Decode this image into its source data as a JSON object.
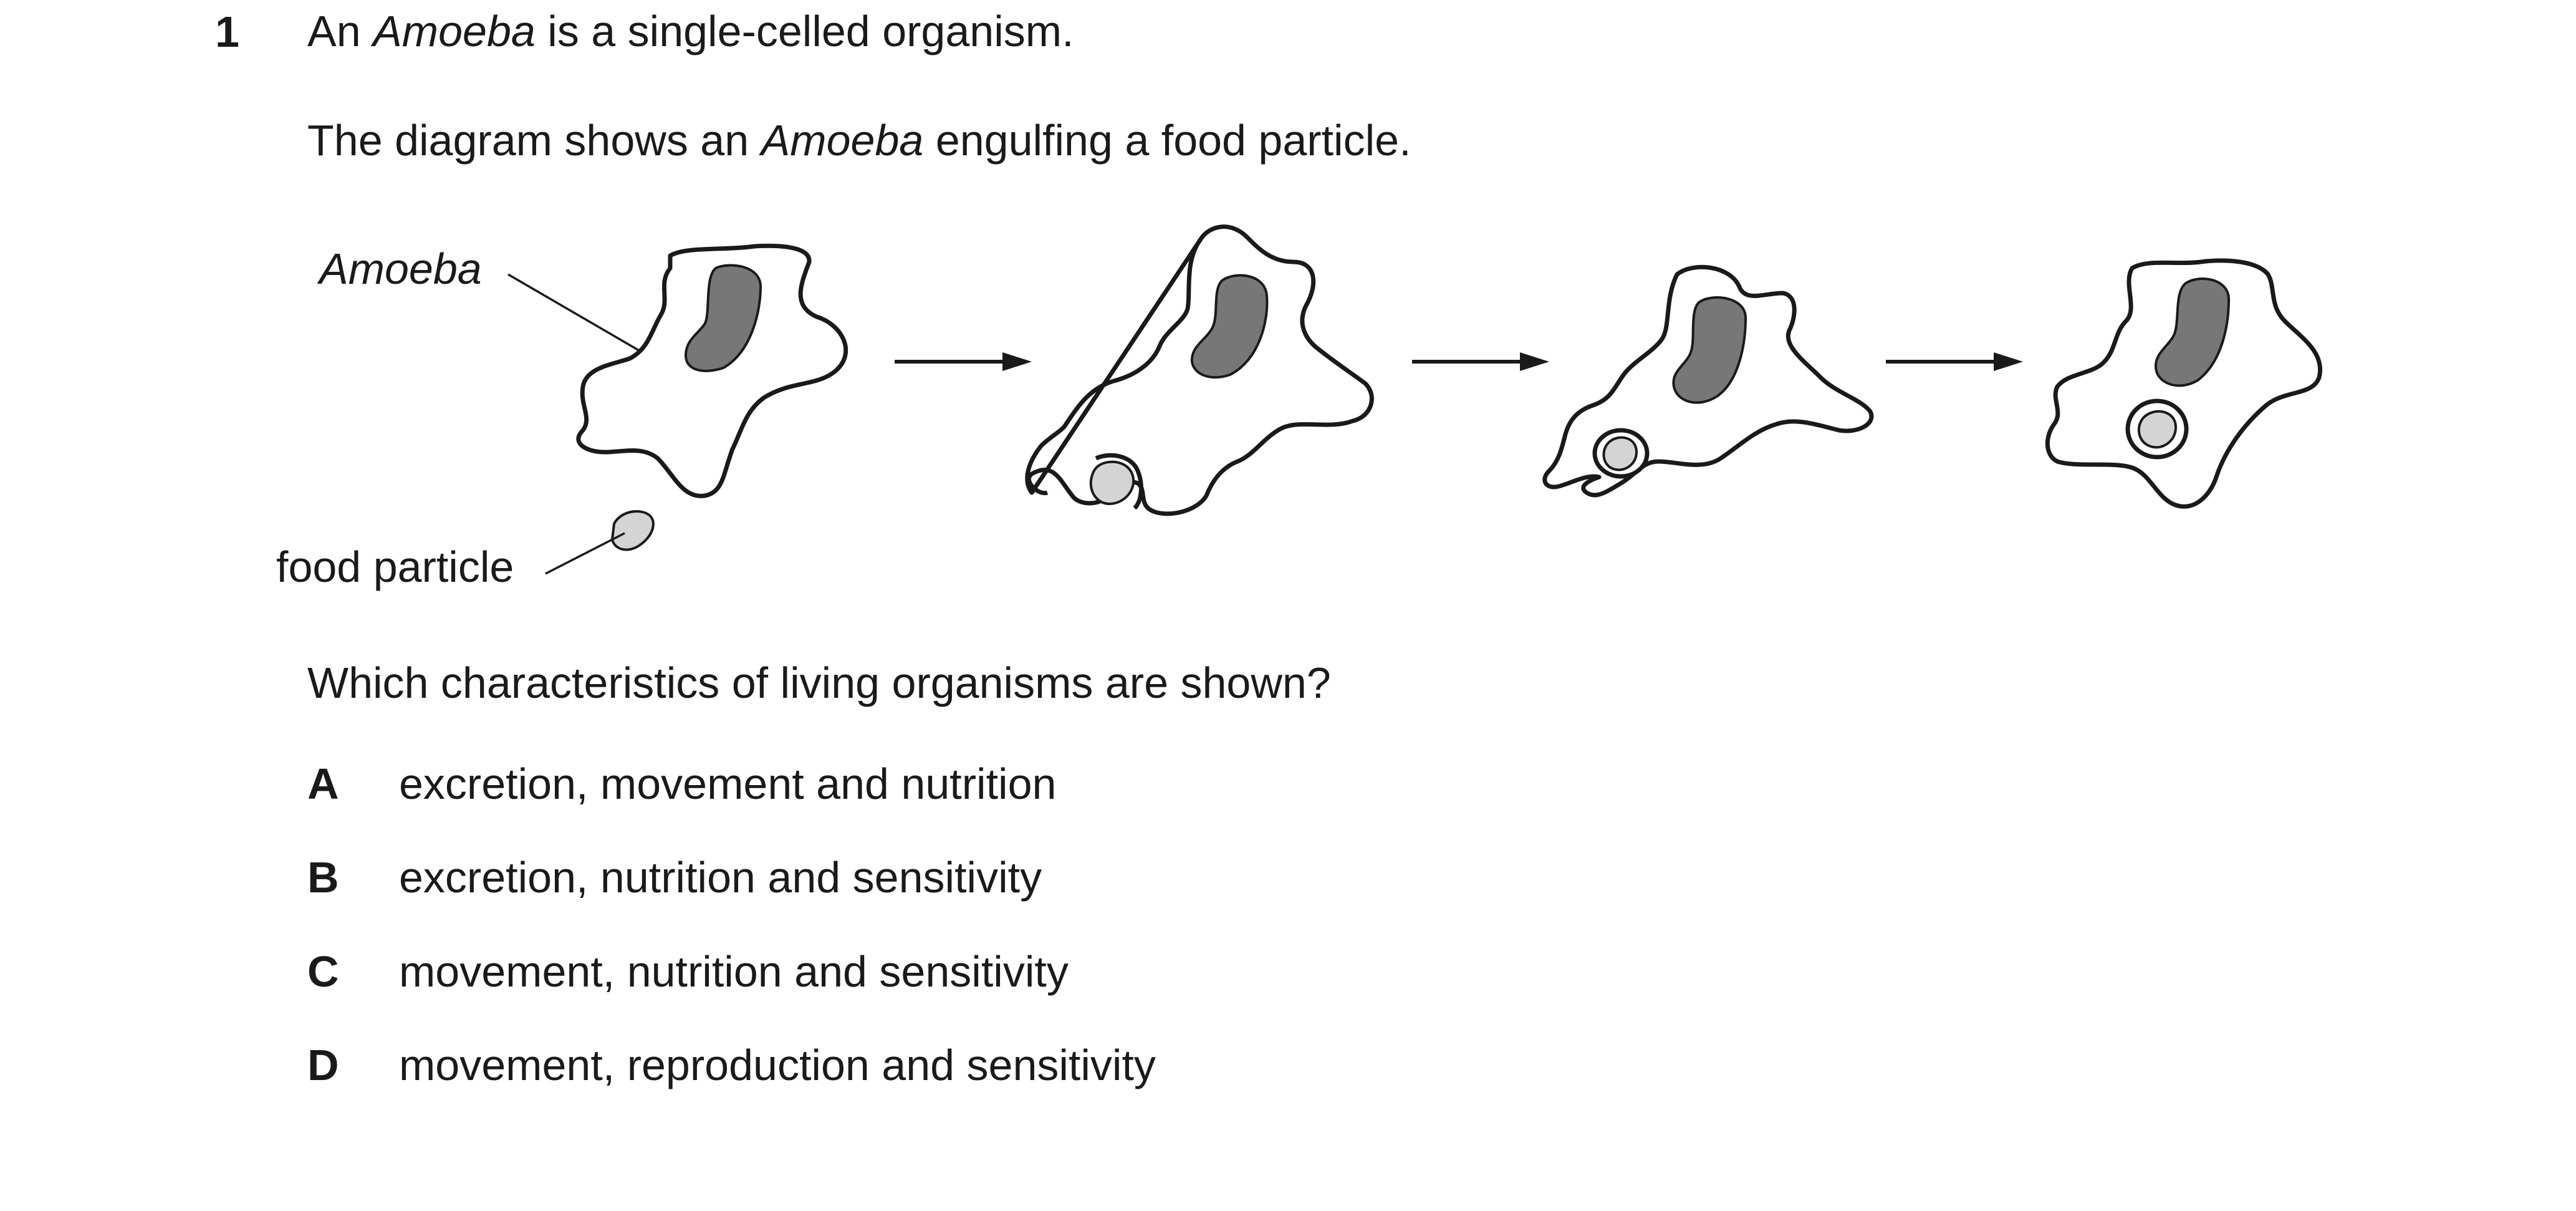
{
  "question": {
    "number": "1",
    "stmt1_pre": "An ",
    "stmt1_species": "Amoeba",
    "stmt1_post": " is a single-celled organism.",
    "stmt2_pre": "The diagram shows an ",
    "stmt2_species": "Amoeba",
    "stmt2_post": " engulfing a food particle.",
    "prompt": "Which characteristics of living organisms are shown?"
  },
  "diagram": {
    "label_amoeba": "Amoeba",
    "label_food": "food particle"
  },
  "options": [
    {
      "letter": "A",
      "text": "excretion, movement and nutrition"
    },
    {
      "letter": "B",
      "text": "excretion, nutrition and sensitivity"
    },
    {
      "letter": "C",
      "text": "movement, nutrition and sensitivity"
    },
    {
      "letter": "D",
      "text": "movement, reproduction and sensitivity"
    }
  ],
  "colors": {
    "ink": "#1a1a1a",
    "nucleus": "#777777",
    "food": "#d4d4d4"
  }
}
